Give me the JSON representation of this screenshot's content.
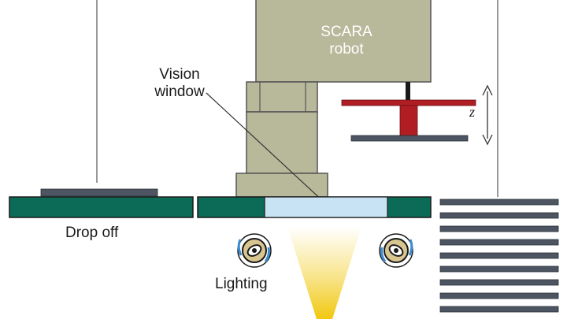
{
  "diagram": {
    "robot_label_line1": "SCARA",
    "robot_label_line2": "robot",
    "vision_label_line1": "Vision",
    "vision_label_line2": "window",
    "dropoff_label": "Drop off",
    "lighting_label": "Lighting",
    "z_axis_label": "z",
    "colors": {
      "robot_body": "#b8b89a",
      "conveyor": "#0c6b56",
      "vision_window": "#c8e4f4",
      "gripper": "#b01e24",
      "plate": "#4d5562",
      "light_beam": "#f5d020"
    }
  }
}
